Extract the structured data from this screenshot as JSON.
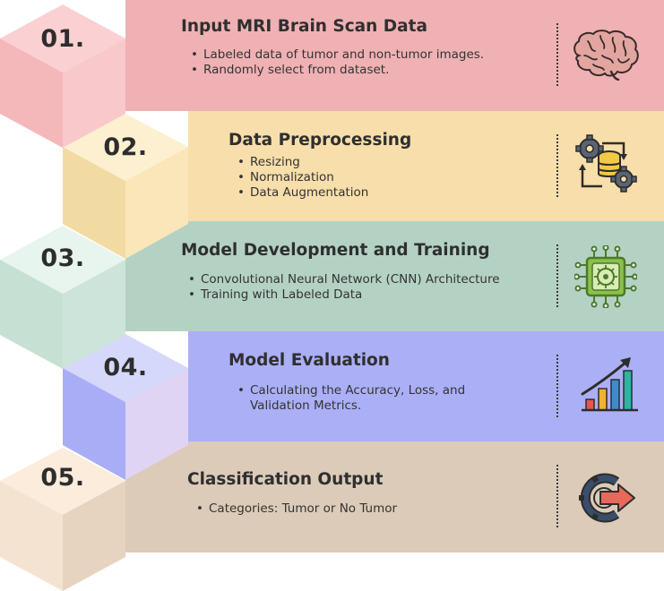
{
  "colors": {
    "step1": "#f0b1b4",
    "step2": "#f7deaa",
    "step3": "#b4d2c4",
    "step4": "#abaff6",
    "step5": "#dccbb8"
  },
  "steps": [
    {
      "number": "01.",
      "title": "Input MRI Brain Scan Data",
      "bullets": [
        "Labeled data of tumor and non-tumor images.",
        "Randomly select from dataset."
      ],
      "icon": "brain-icon"
    },
    {
      "number": "02.",
      "title": "Data Preprocessing",
      "bullets": [
        "Resizing",
        "Normalization",
        "Data Augmentation"
      ],
      "icon": "gears-database-icon"
    },
    {
      "number": "03.",
      "title": "Model Development and Training",
      "bullets": [
        "Convolutional Neural Network (CNN) Architecture",
        "Training with Labeled Data"
      ],
      "icon": "ai-chip-icon"
    },
    {
      "number": "04.",
      "title": "Model Evaluation",
      "bullets": [
        "Calculating the Accuracy, Loss, and"
      ],
      "bullet_continuation": "Validation Metrics.",
      "icon": "growth-chart-icon"
    },
    {
      "number": "05.",
      "title": "Classification Output",
      "bullets": [
        "Categories: Tumor or No Tumor"
      ],
      "icon": "output-arrow-icon"
    }
  ]
}
